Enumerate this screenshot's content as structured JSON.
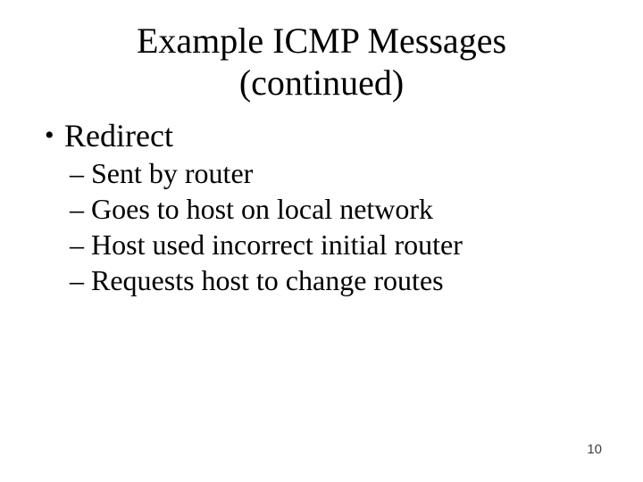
{
  "slide": {
    "title_line1": "Example ICMP Messages",
    "title_line2": "(continued)",
    "bullets": [
      {
        "marker": "•",
        "label": "Redirect",
        "sub_marker": "–",
        "sub_items": [
          "Sent by router",
          "Goes to host on local network",
          "Host used incorrect initial router",
          "Requests host to change routes"
        ]
      }
    ],
    "page_number": "10"
  },
  "colors": {
    "background": "#ffffff",
    "text": "#000000",
    "page_number": "#404040"
  }
}
